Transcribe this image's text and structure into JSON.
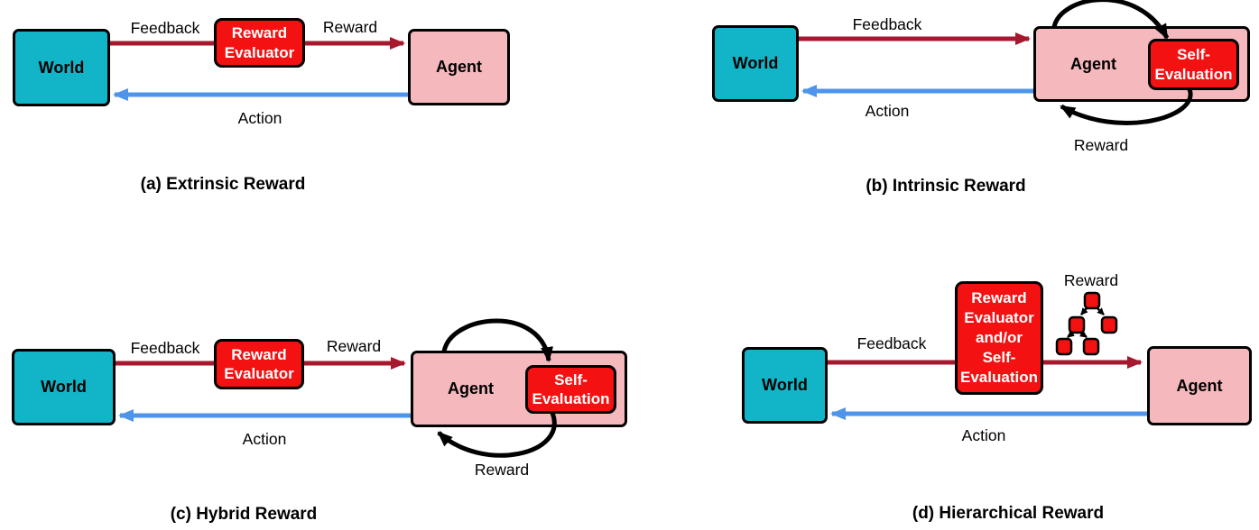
{
  "figure": {
    "description": "Four reward-architecture diagrams"
  },
  "colors": {
    "world_fill": "#12b5c8",
    "agent_fill": "#f5b8bc",
    "evaluator_fill": "#f31111",
    "evaluator_text": "#ffffff",
    "feedback_arrow": "#a5182e",
    "action_arrow": "#4d94ea",
    "loop_arrow": "#000000",
    "box_border": "#000000",
    "label_text": "#000000"
  },
  "panels": [
    {
      "id": "a",
      "caption": "(a) Extrinsic Reward",
      "world": "World",
      "agent": "Agent",
      "evaluator": "Reward\nEvaluator",
      "feedback_label": "Feedback",
      "reward_label": "Reward",
      "action_label": "Action"
    },
    {
      "id": "b",
      "caption": "(b) Intrinsic Reward",
      "world": "World",
      "agent": "Agent",
      "self_evaluation": "Self-\nEvaluation",
      "feedback_label": "Feedback",
      "action_label": "Action",
      "loop_reward_label": "Reward"
    },
    {
      "id": "c",
      "caption": "(c) Hybrid Reward",
      "world": "World",
      "agent": "Agent",
      "evaluator": "Reward\nEvaluator",
      "self_evaluation": "Self-\nEvaluation",
      "feedback_label": "Feedback",
      "reward_label": "Reward",
      "action_label": "Action",
      "loop_reward_label": "Reward"
    },
    {
      "id": "d",
      "caption": "(d) Hierarchical Reward",
      "world": "World",
      "agent": "Agent",
      "evaluator": "Reward\nEvaluator\nand/or\nSelf-\nEvaluation",
      "feedback_label": "Feedback",
      "reward_label": "Reward",
      "action_label": "Action",
      "reward_tree_icon": "hierarchical-reward-tree",
      "reward_tree_nodes": 5
    }
  ]
}
